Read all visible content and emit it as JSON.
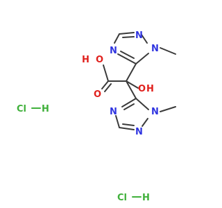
{
  "molecule": {
    "atoms": {
      "n1_top": "N",
      "n2_top": "N",
      "n4_top": "N",
      "n1_bot": "N",
      "n2_bot": "N",
      "n4_bot": "N",
      "o_hydroxyl": "O",
      "h_hydroxyl": "H",
      "o_carbonyl": "O",
      "o_acid": "O",
      "h_acid": "H"
    },
    "salts": [
      {
        "cl": "Cl",
        "h": "H"
      },
      {
        "cl": "Cl",
        "h": "H"
      }
    ]
  },
  "colors": {
    "bond": "#3a3a3a",
    "nitrogen": "#2f34e0",
    "oxygen": "#e0201c",
    "chlorine": "#3fb03a"
  }
}
